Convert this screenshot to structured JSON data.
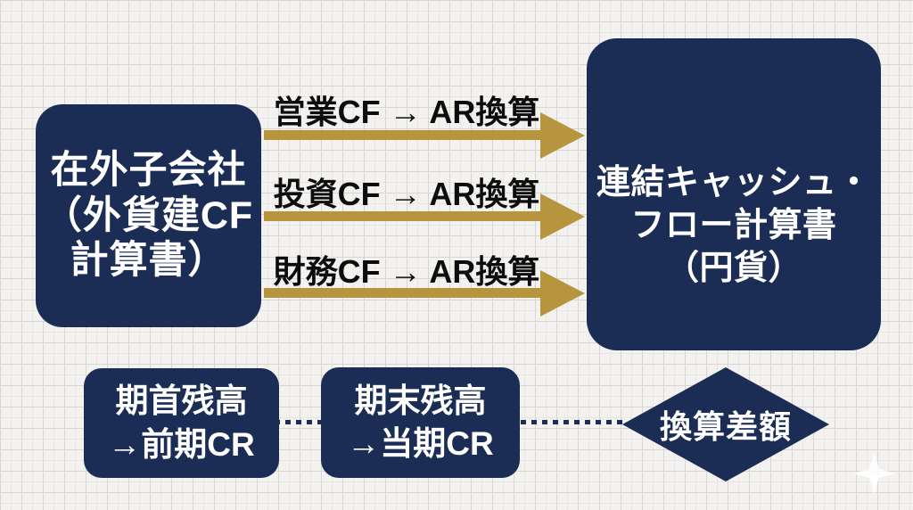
{
  "diagram": {
    "source_box": {
      "label": "在外子会社\n（外貨建CF\n計算書）"
    },
    "target_box": {
      "label": "連結キャッシュ・\nフロー計算書\n（円貨）"
    },
    "arrows": [
      {
        "label": "営業CF → AR換算"
      },
      {
        "label": "投資CF → AR換算"
      },
      {
        "label": "財務CF → AR換算"
      }
    ],
    "bottom_nodes": [
      {
        "label": "期首残高\n→前期CR"
      },
      {
        "label": "期末残高\n→当期CR"
      }
    ],
    "diamond": {
      "label": "換算差額"
    },
    "colors": {
      "navy": "#1b2d55",
      "gold": "#b7953f",
      "background": "#f3f2f0",
      "label_text": "#0d0d0d",
      "node_text": "#ffffff"
    }
  }
}
